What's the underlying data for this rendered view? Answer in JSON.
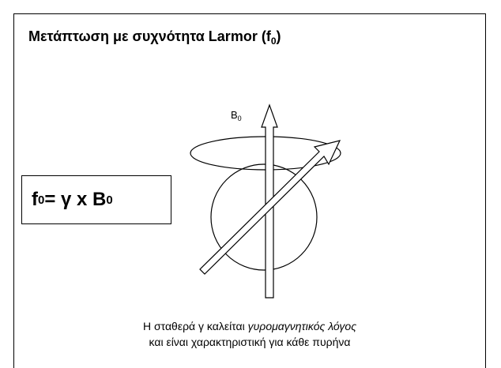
{
  "title": {
    "text": "Μετάπτωση με συχνότητα Larmor (f",
    "sub": "0",
    "close": ")"
  },
  "formula": {
    "f": "f",
    "f_sub": "0",
    "mid": " = γ x B",
    "b_sub": "0"
  },
  "field_label": {
    "text": "B",
    "sub": "0"
  },
  "caption": {
    "line1_prefix": "Η σταθερά γ καλείται ",
    "line1_italic": "γυρομαγνητικός λόγος",
    "line2": "και είναι χαρακτηριστική για κάθε πυρήνα"
  }
}
